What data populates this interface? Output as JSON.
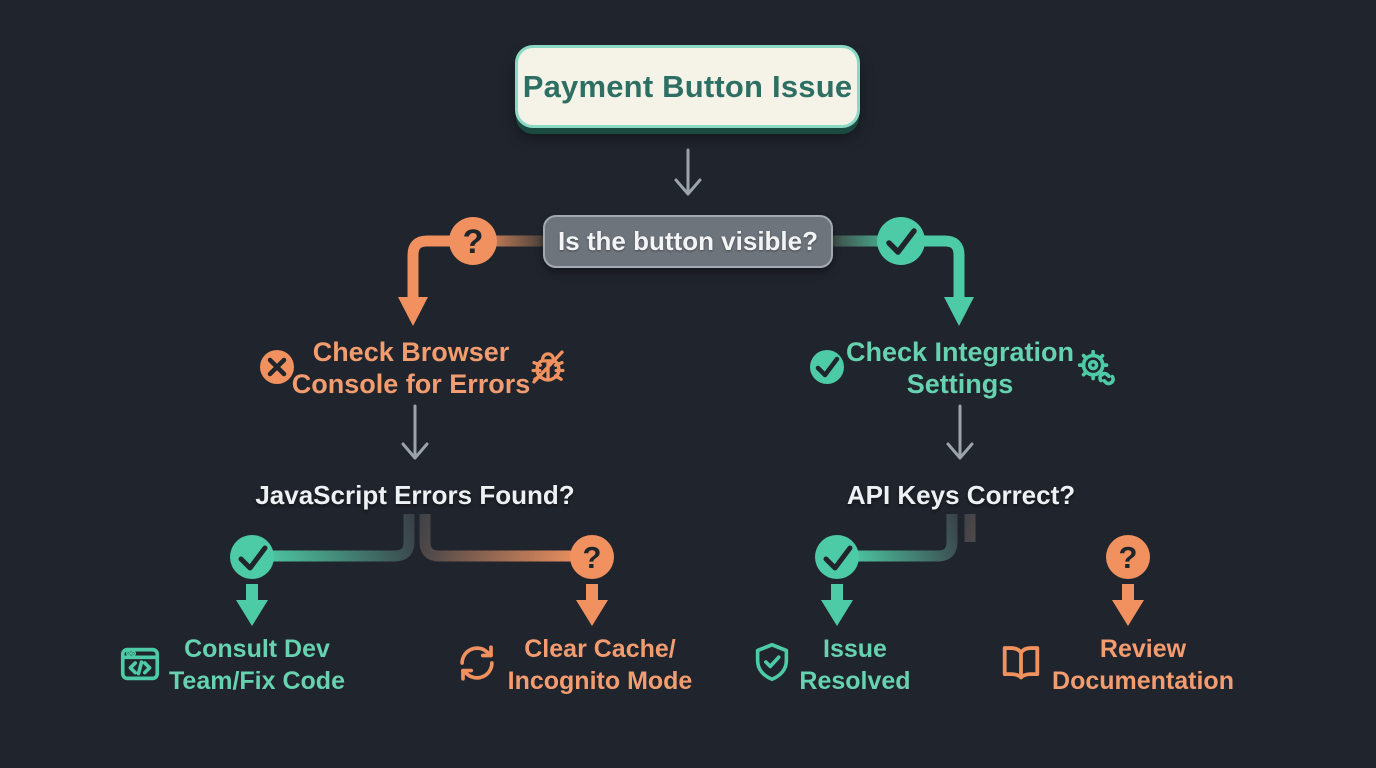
{
  "palette": {
    "background": "#20242C",
    "teal": "#4DCBA6",
    "teal_text": "#66D2AF",
    "orange": "#F0915F",
    "orange_text": "#F29C70",
    "cream": "#F5F2E8",
    "title_text": "#2E6F63",
    "title_border": "#8BD8C5",
    "question_box_fill": "#6E747C",
    "question_box_border": "#A2A9B0",
    "white_text": "#EEF1F4",
    "connector_gray": "#9CA3AB",
    "glyph_dark": "#20252C"
  },
  "nodes": {
    "root": {
      "label": "Payment Button Issue"
    },
    "decision_visible": {
      "label": "Is the button visible?"
    },
    "check_console": {
      "line1": "Check Browser",
      "line2": "Console for Errors"
    },
    "check_integration": {
      "line1": "Check Integration",
      "line2": "Settings"
    },
    "decision_js_errors": {
      "label": "JavaScript Errors Found?"
    },
    "decision_api_keys": {
      "label": "API Keys Correct?"
    },
    "consult_dev": {
      "line1": "Consult Dev",
      "line2": "Team/Fix Code"
    },
    "clear_cache": {
      "line1": "Clear Cache/",
      "line2": "Incognito Mode"
    },
    "issue_resolved": {
      "line1": "Issue",
      "line2": "Resolved"
    },
    "review_docs": {
      "line1": "Review",
      "line2": "Documentation"
    }
  },
  "glyphs": {
    "question_mark": "?"
  }
}
